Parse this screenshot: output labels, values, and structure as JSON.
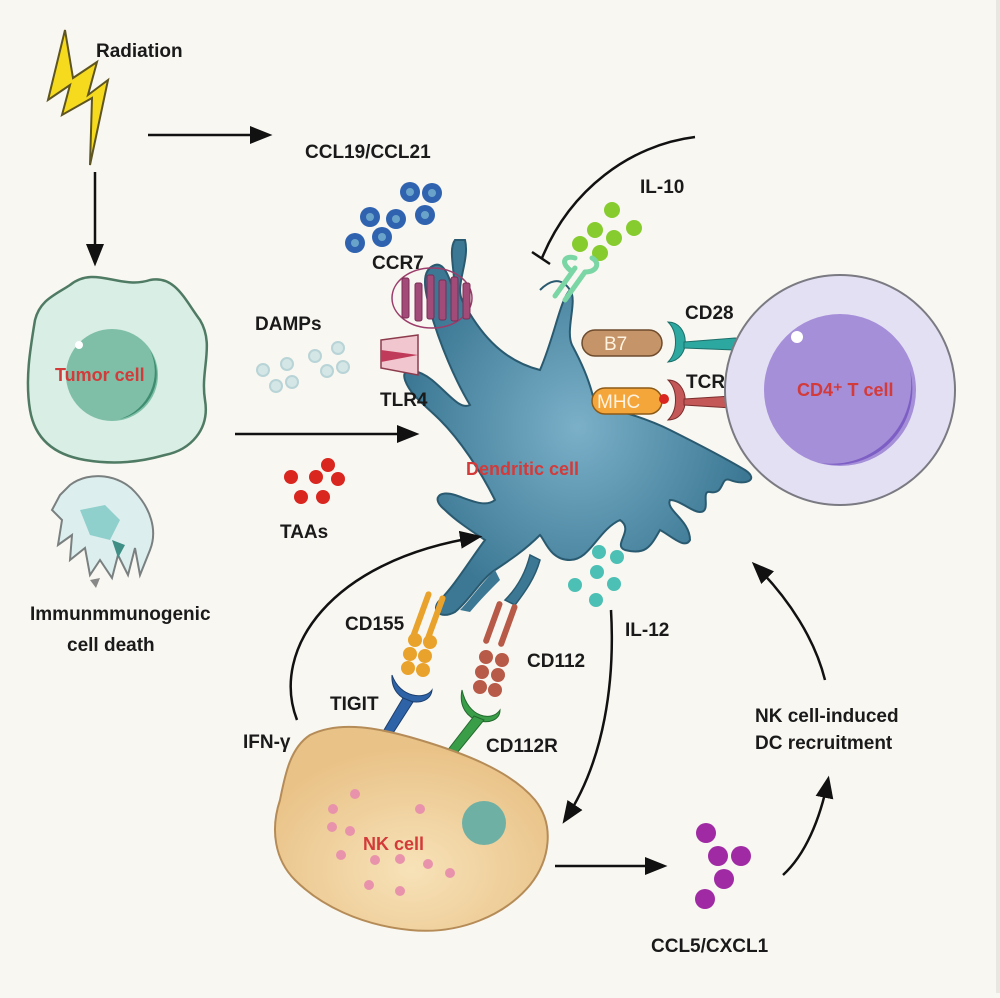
{
  "title": "Radiation-induced NK cell and dendritic cell crosstalk",
  "labels": {
    "radiation": "Radiation",
    "ccl19_ccl21": "CCL19/CCL21",
    "il10": "IL-10",
    "ccr7": "CCR7",
    "damps": "DAMPs",
    "tlr4": "TLR4",
    "tumor_cell": "Tumor cell",
    "taas": "TAAs",
    "icd_line1": "Immunmmunogenic",
    "icd_line2": "cell death",
    "dendritic_cell": "Dendritic cell",
    "b7": "B7",
    "cd28": "CD28",
    "mhc": "MHC",
    "tcr": "TCR",
    "cd4_t_cell": "CD4⁺ T cell",
    "cd155": "CD155",
    "cd112": "CD112",
    "tigit": "TIGIT",
    "cd112r": "CD112R",
    "il12": "IL-12",
    "ifn_gamma": "IFN-γ",
    "nk_cell": "NK cell",
    "recruit_line1": "NK cell-induced",
    "recruit_line2": "DC recruitment",
    "ccl5_cxcl1": "CCL5/CXCL1"
  },
  "colors": {
    "background": "#f9f7f1",
    "dendritic": "#3c7894",
    "dendritic_outline": "#2a5a70",
    "tumor_fill": "#d9eee4",
    "tumor_nucleus": "#7fbfa8",
    "t_cell_outer": "#e4e0f4",
    "t_cell_nucleus": "#a58fd8",
    "nk_fill": "#ecc891",
    "ccl19": "#2f63b0",
    "il10": "#86cc2e",
    "damps": "#c7dde0",
    "taas": "#d9261f",
    "il12": "#4cc0b4",
    "ccl5": "#a02aa4",
    "label_red": "#d33a3a"
  }
}
